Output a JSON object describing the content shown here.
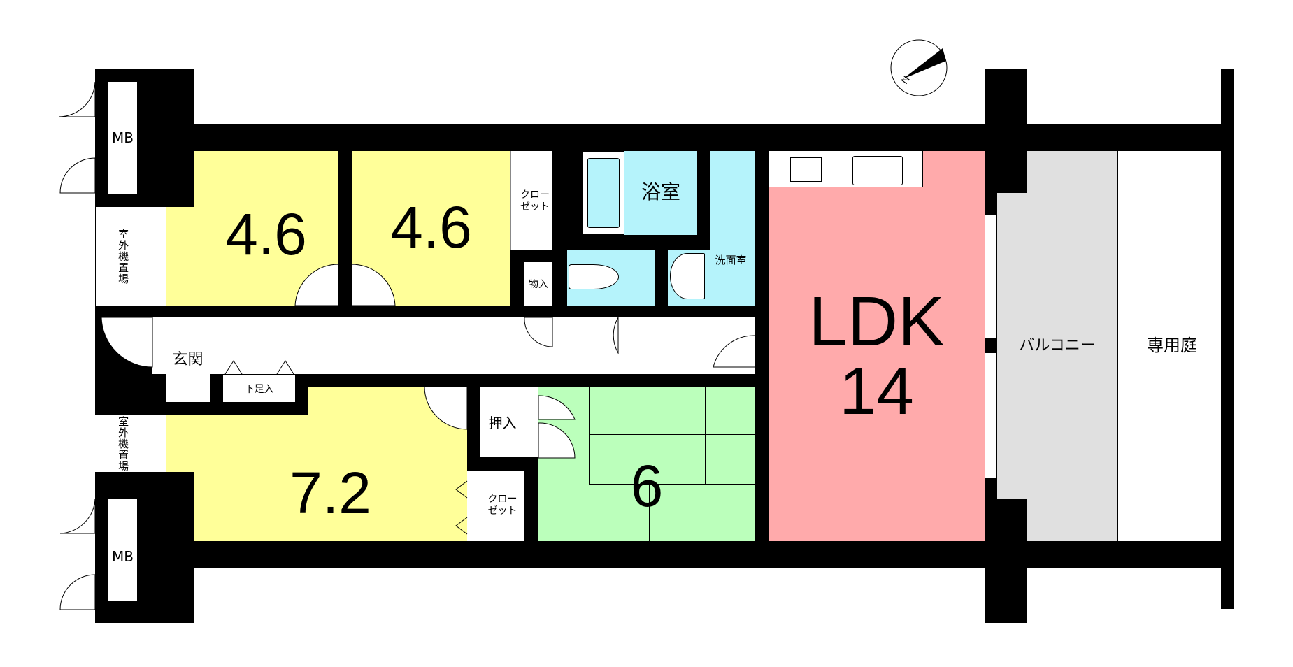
{
  "title": "Floor plan",
  "colors": {
    "western_room": "#ffff99",
    "wet_area": "#b5f3fb",
    "ldk": "#ffaaab",
    "tatami": "#bbffbb",
    "balcony": "#e0e0e0",
    "wall": "#000000"
  },
  "compass": {
    "label": "N"
  },
  "rooms": {
    "mb_top": "MB",
    "mb_bottom": "MB",
    "ac_top": "室外機置場",
    "ac_bottom": "室外機置場",
    "room1": "4.6",
    "room2": "4.6",
    "closet_top": "クロー\nゼット",
    "bath": "浴室",
    "storage": "物入",
    "washroom": "洗面室",
    "entrance": "玄関",
    "shoe": "下足入",
    "room3": "7.2",
    "oshiire": "押入",
    "closet_bottom": "クロー\nゼット",
    "tatami": "6",
    "ldk": "LDK",
    "ldk_size": "14",
    "balcony": "バルコニー",
    "garden": "専用庭"
  }
}
